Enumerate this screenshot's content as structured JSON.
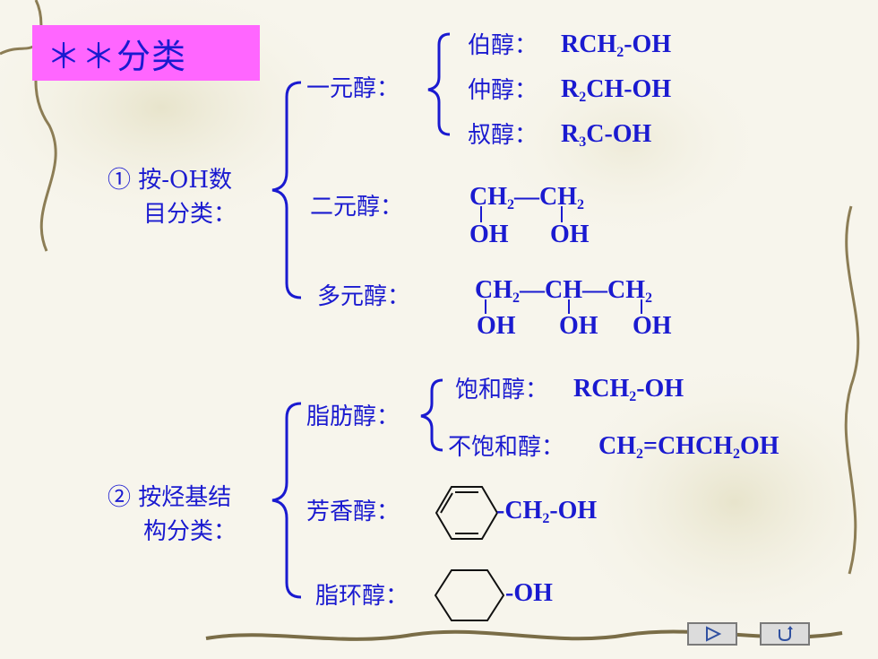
{
  "title": "＊＊分类",
  "section1": {
    "label_line1": "① 按-OH数",
    "label_line2": "目分类：",
    "mono": {
      "label": "一元醇：",
      "primary": {
        "name": "伯醇：",
        "formula": "RCH",
        "sub": "2",
        "tail": "-OH"
      },
      "secondary": {
        "name": "仲醇：",
        "pre": "R",
        "sub": "2",
        "formula": "CH-OH"
      },
      "tertiary": {
        "name": "叔醇：",
        "pre": "R",
        "sub": "3",
        "formula": "C-OH"
      }
    },
    "di": {
      "label": "二元醇：",
      "top": [
        "CH",
        "2",
        "—CH",
        "2"
      ],
      "bottom": [
        "OH",
        "OH"
      ]
    },
    "poly": {
      "label": "多元醇：",
      "top": [
        "CH",
        "2",
        "—CH—CH",
        "2"
      ],
      "bottom": [
        "OH",
        "OH",
        "OH"
      ]
    }
  },
  "section2": {
    "label_line1": "② 按烃基结",
    "label_line2": "构分类：",
    "aliphatic": {
      "label": "脂肪醇：",
      "saturated": {
        "name": "饱和醇：",
        "formula": "RCH",
        "sub": "2",
        "tail": "-OH"
      },
      "unsaturated": {
        "name": "不饱和醇：",
        "formula": "CH",
        "sub": "2",
        "mid": "=CHCH",
        "sub2": "2",
        "tail": "OH"
      }
    },
    "aromatic": {
      "label": "芳香醇：",
      "formula": "-CH",
      "sub": "2",
      "tail": "-OH"
    },
    "alicyclic": {
      "label": "脂环醇：",
      "formula": "-OH"
    }
  },
  "nav": {
    "next_icon": "play-icon",
    "return_icon": "return-icon"
  }
}
